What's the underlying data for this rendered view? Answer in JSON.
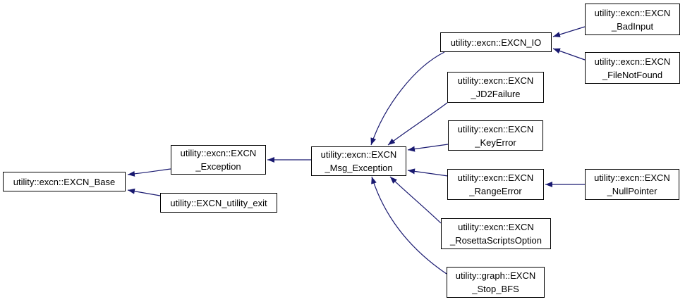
{
  "diagram": {
    "type": "class-inheritance-graph",
    "colors": {
      "edge": "#191970",
      "node_border": "#000000",
      "node_bg": "#ffffff",
      "text": "#000000",
      "background": "#ffffff"
    },
    "nodes": {
      "base": {
        "line1": "utility::excn::EXCN_Base"
      },
      "exception": {
        "line1": "utility::excn::EXCN",
        "line2": "_Exception"
      },
      "utility_exit": {
        "line1": "utility::EXCN_utility_exit"
      },
      "msg_exception": {
        "line1": "utility::excn::EXCN",
        "line2": "_Msg_Exception"
      },
      "io": {
        "line1": "utility::excn::EXCN_IO"
      },
      "bad_input": {
        "line1": "utility::excn::EXCN",
        "line2": "_BadInput"
      },
      "file_not_found": {
        "line1": "utility::excn::EXCN",
        "line2": "_FileNotFound"
      },
      "jd2_failure": {
        "line1": "utility::excn::EXCN",
        "line2": "_JD2Failure"
      },
      "key_error": {
        "line1": "utility::excn::EXCN",
        "line2": "_KeyError"
      },
      "range_error": {
        "line1": "utility::excn::EXCN",
        "line2": "_RangeError"
      },
      "null_pointer": {
        "line1": "utility::excn::EXCN",
        "line2": "_NullPointer"
      },
      "rosetta_scripts_option": {
        "line1": "utility::excn::EXCN",
        "line2": "_RosettaScriptsOption"
      },
      "stop_bfs": {
        "line1": "utility::graph::EXCN",
        "line2": "_Stop_BFS"
      }
    },
    "edges": [
      {
        "from": "exception",
        "to": "base"
      },
      {
        "from": "utility_exit",
        "to": "base"
      },
      {
        "from": "msg_exception",
        "to": "exception"
      },
      {
        "from": "io",
        "to": "msg_exception"
      },
      {
        "from": "jd2_failure",
        "to": "msg_exception"
      },
      {
        "from": "key_error",
        "to": "msg_exception"
      },
      {
        "from": "range_error",
        "to": "msg_exception"
      },
      {
        "from": "rosetta_scripts_option",
        "to": "msg_exception"
      },
      {
        "from": "stop_bfs",
        "to": "msg_exception"
      },
      {
        "from": "bad_input",
        "to": "io"
      },
      {
        "from": "file_not_found",
        "to": "io"
      },
      {
        "from": "null_pointer",
        "to": "range_error"
      }
    ]
  }
}
